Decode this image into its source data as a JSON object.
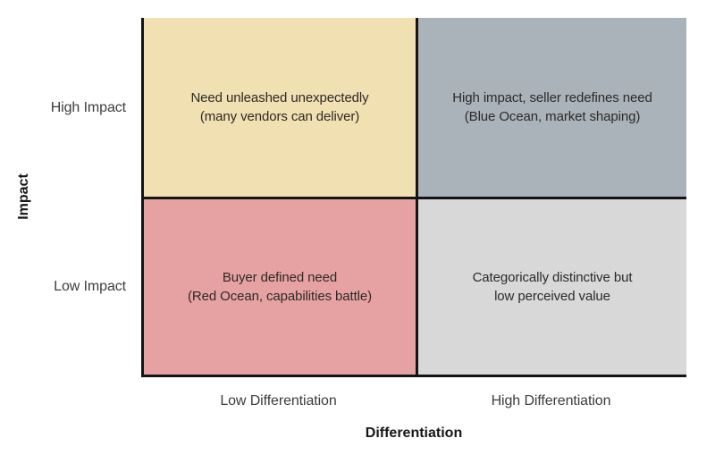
{
  "figure": {
    "background_color": "#ffffff",
    "line_color": "#141414",
    "axes": {
      "y": {
        "title": "Impact",
        "ticks": {
          "high": "High Impact",
          "low": "Low Impact"
        }
      },
      "x": {
        "title": "Differentiation",
        "ticks": {
          "low": "Low Differentiation",
          "high": "High Differentiation"
        }
      }
    },
    "quadrants": {
      "top_left": {
        "color": "#F1E0B1",
        "line1": "Need unleashed unexpectedly",
        "line2": "(many vendors can deliver)"
      },
      "top_right": {
        "color": "#AAB2BA",
        "line1": "High impact, seller redefines need",
        "line2": "(Blue Ocean, market shaping)"
      },
      "bottom_left": {
        "color": "#E6A2A2",
        "line1": "Buyer defined need",
        "line2": "(Red Ocean, capabilities battle)"
      },
      "bottom_right": {
        "color": "#D8D8D8",
        "line1": "Categorically distinctive but",
        "line2": "low perceived value"
      }
    }
  }
}
